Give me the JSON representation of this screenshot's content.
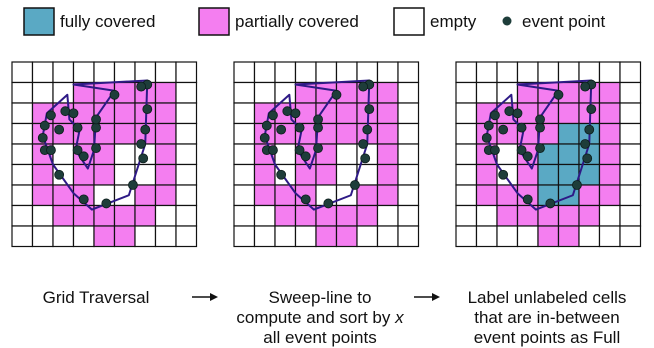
{
  "colors": {
    "full": "#5aa9c4",
    "partial": "#f47ef0",
    "empty": "#ffffff",
    "grid": "#111111",
    "polygon": "#2e1a86",
    "event_point": "#1e3d3a"
  },
  "legend": {
    "items": [
      {
        "key": "full",
        "label": "fully covered"
      },
      {
        "key": "partial",
        "label": "partially covered"
      },
      {
        "key": "empty",
        "label": "empty"
      },
      {
        "key": "point",
        "label": "event point"
      }
    ]
  },
  "panels": [
    {
      "id": "grid-traversal",
      "caption": [
        "Grid Traversal"
      ],
      "partial": [
        [
          3,
          1
        ],
        [
          4,
          1
        ],
        [
          5,
          1
        ],
        [
          6,
          1
        ],
        [
          7,
          1
        ],
        [
          1,
          2
        ],
        [
          2,
          2
        ],
        [
          3,
          2
        ],
        [
          4,
          2
        ],
        [
          5,
          2
        ],
        [
          6,
          2
        ],
        [
          7,
          2
        ],
        [
          1,
          3
        ],
        [
          2,
          3
        ],
        [
          3,
          3
        ],
        [
          4,
          3
        ],
        [
          5,
          3
        ],
        [
          6,
          3
        ],
        [
          7,
          3
        ],
        [
          1,
          4
        ],
        [
          3,
          4
        ],
        [
          4,
          4
        ],
        [
          7,
          4
        ],
        [
          1,
          5
        ],
        [
          3,
          5
        ],
        [
          4,
          5
        ],
        [
          7,
          5
        ],
        [
          1,
          6
        ],
        [
          2,
          6
        ],
        [
          3,
          6
        ],
        [
          6,
          6
        ],
        [
          7,
          6
        ],
        [
          2,
          7
        ],
        [
          3,
          7
        ],
        [
          4,
          7
        ],
        [
          5,
          7
        ],
        [
          6,
          7
        ],
        [
          4,
          8
        ],
        [
          5,
          8
        ]
      ],
      "full": [],
      "points": []
    },
    {
      "id": "sweep-line",
      "caption": [
        "Sweep-line to",
        "compute and sort by x",
        "all event points"
      ],
      "caption_italic_word": "x",
      "partial": [
        [
          3,
          1
        ],
        [
          4,
          1
        ],
        [
          5,
          1
        ],
        [
          6,
          1
        ],
        [
          7,
          1
        ],
        [
          1,
          2
        ],
        [
          2,
          2
        ],
        [
          3,
          2
        ],
        [
          4,
          2
        ],
        [
          5,
          2
        ],
        [
          6,
          2
        ],
        [
          7,
          2
        ],
        [
          1,
          3
        ],
        [
          2,
          3
        ],
        [
          3,
          3
        ],
        [
          4,
          3
        ],
        [
          5,
          3
        ],
        [
          6,
          3
        ],
        [
          7,
          3
        ],
        [
          1,
          4
        ],
        [
          3,
          4
        ],
        [
          4,
          4
        ],
        [
          7,
          4
        ],
        [
          1,
          5
        ],
        [
          3,
          5
        ],
        [
          4,
          5
        ],
        [
          7,
          5
        ],
        [
          1,
          6
        ],
        [
          2,
          6
        ],
        [
          3,
          6
        ],
        [
          6,
          6
        ],
        [
          7,
          6
        ],
        [
          2,
          7
        ],
        [
          3,
          7
        ],
        [
          4,
          7
        ],
        [
          5,
          7
        ],
        [
          6,
          7
        ],
        [
          4,
          8
        ],
        [
          5,
          8
        ]
      ],
      "full": [],
      "points": true
    },
    {
      "id": "label-cells",
      "caption": [
        "Label unlabeled cells",
        "that are in-between",
        "event points as Full"
      ],
      "partial": [
        [
          3,
          1
        ],
        [
          4,
          1
        ],
        [
          5,
          1
        ],
        [
          6,
          1
        ],
        [
          7,
          1
        ],
        [
          1,
          2
        ],
        [
          2,
          2
        ],
        [
          3,
          2
        ],
        [
          4,
          2
        ],
        [
          5,
          2
        ],
        [
          6,
          2
        ],
        [
          7,
          2
        ],
        [
          1,
          3
        ],
        [
          2,
          3
        ],
        [
          3,
          3
        ],
        [
          4,
          3
        ],
        [
          7,
          3
        ],
        [
          1,
          4
        ],
        [
          3,
          4
        ],
        [
          7,
          4
        ],
        [
          1,
          5
        ],
        [
          3,
          5
        ],
        [
          7,
          5
        ],
        [
          1,
          6
        ],
        [
          2,
          6
        ],
        [
          3,
          6
        ],
        [
          6,
          6
        ],
        [
          7,
          6
        ],
        [
          2,
          7
        ],
        [
          3,
          7
        ],
        [
          4,
          7
        ],
        [
          5,
          7
        ],
        [
          6,
          7
        ],
        [
          4,
          8
        ],
        [
          5,
          8
        ]
      ],
      "full": [
        [
          5,
          3
        ],
        [
          6,
          3
        ],
        [
          4,
          4
        ],
        [
          5,
          4
        ],
        [
          6,
          4
        ],
        [
          4,
          5
        ],
        [
          5,
          5
        ],
        [
          6,
          5
        ],
        [
          4,
          6
        ],
        [
          5,
          6
        ]
      ],
      "points": true
    }
  ],
  "polygons": {
    "outer": [
      [
        3.0,
        1.1
      ],
      [
        6.6,
        0.9
      ],
      [
        6.5,
        4.0
      ],
      [
        5.7,
        6.5
      ],
      [
        3.9,
        7.2
      ],
      [
        3.0,
        6.4
      ],
      [
        2.0,
        5.0
      ],
      [
        1.5,
        3.6
      ],
      [
        1.7,
        2.5
      ],
      [
        2.7,
        1.6
      ],
      [
        2.8,
        2.8
      ],
      [
        3.3,
        3.3
      ],
      [
        3.1,
        4.3
      ],
      [
        3.7,
        5.2
      ],
      [
        4.0,
        4.3
      ],
      [
        4.1,
        2.7
      ],
      [
        5.0,
        1.4
      ]
    ],
    "event_points": [
      [
        6.6,
        1.1
      ],
      [
        6.3,
        1.2
      ],
      [
        6.6,
        2.3
      ],
      [
        6.5,
        3.3
      ],
      [
        6.3,
        4.0
      ],
      [
        6.4,
        4.7
      ],
      [
        5.9,
        6.0
      ],
      [
        4.6,
        6.9
      ],
      [
        3.5,
        6.7
      ],
      [
        2.3,
        5.5
      ],
      [
        1.5,
        3.7
      ],
      [
        1.6,
        4.3
      ],
      [
        1.9,
        4.3
      ],
      [
        1.6,
        3.1
      ],
      [
        2.3,
        3.3
      ],
      [
        1.9,
        2.6
      ],
      [
        2.6,
        2.4
      ],
      [
        3.0,
        2.5
      ],
      [
        3.2,
        3.2
      ],
      [
        3.2,
        4.3
      ],
      [
        3.5,
        4.6
      ],
      [
        4.1,
        4.2
      ],
      [
        4.1,
        3.2
      ],
      [
        4.1,
        2.8
      ],
      [
        5.0,
        1.6
      ]
    ]
  }
}
